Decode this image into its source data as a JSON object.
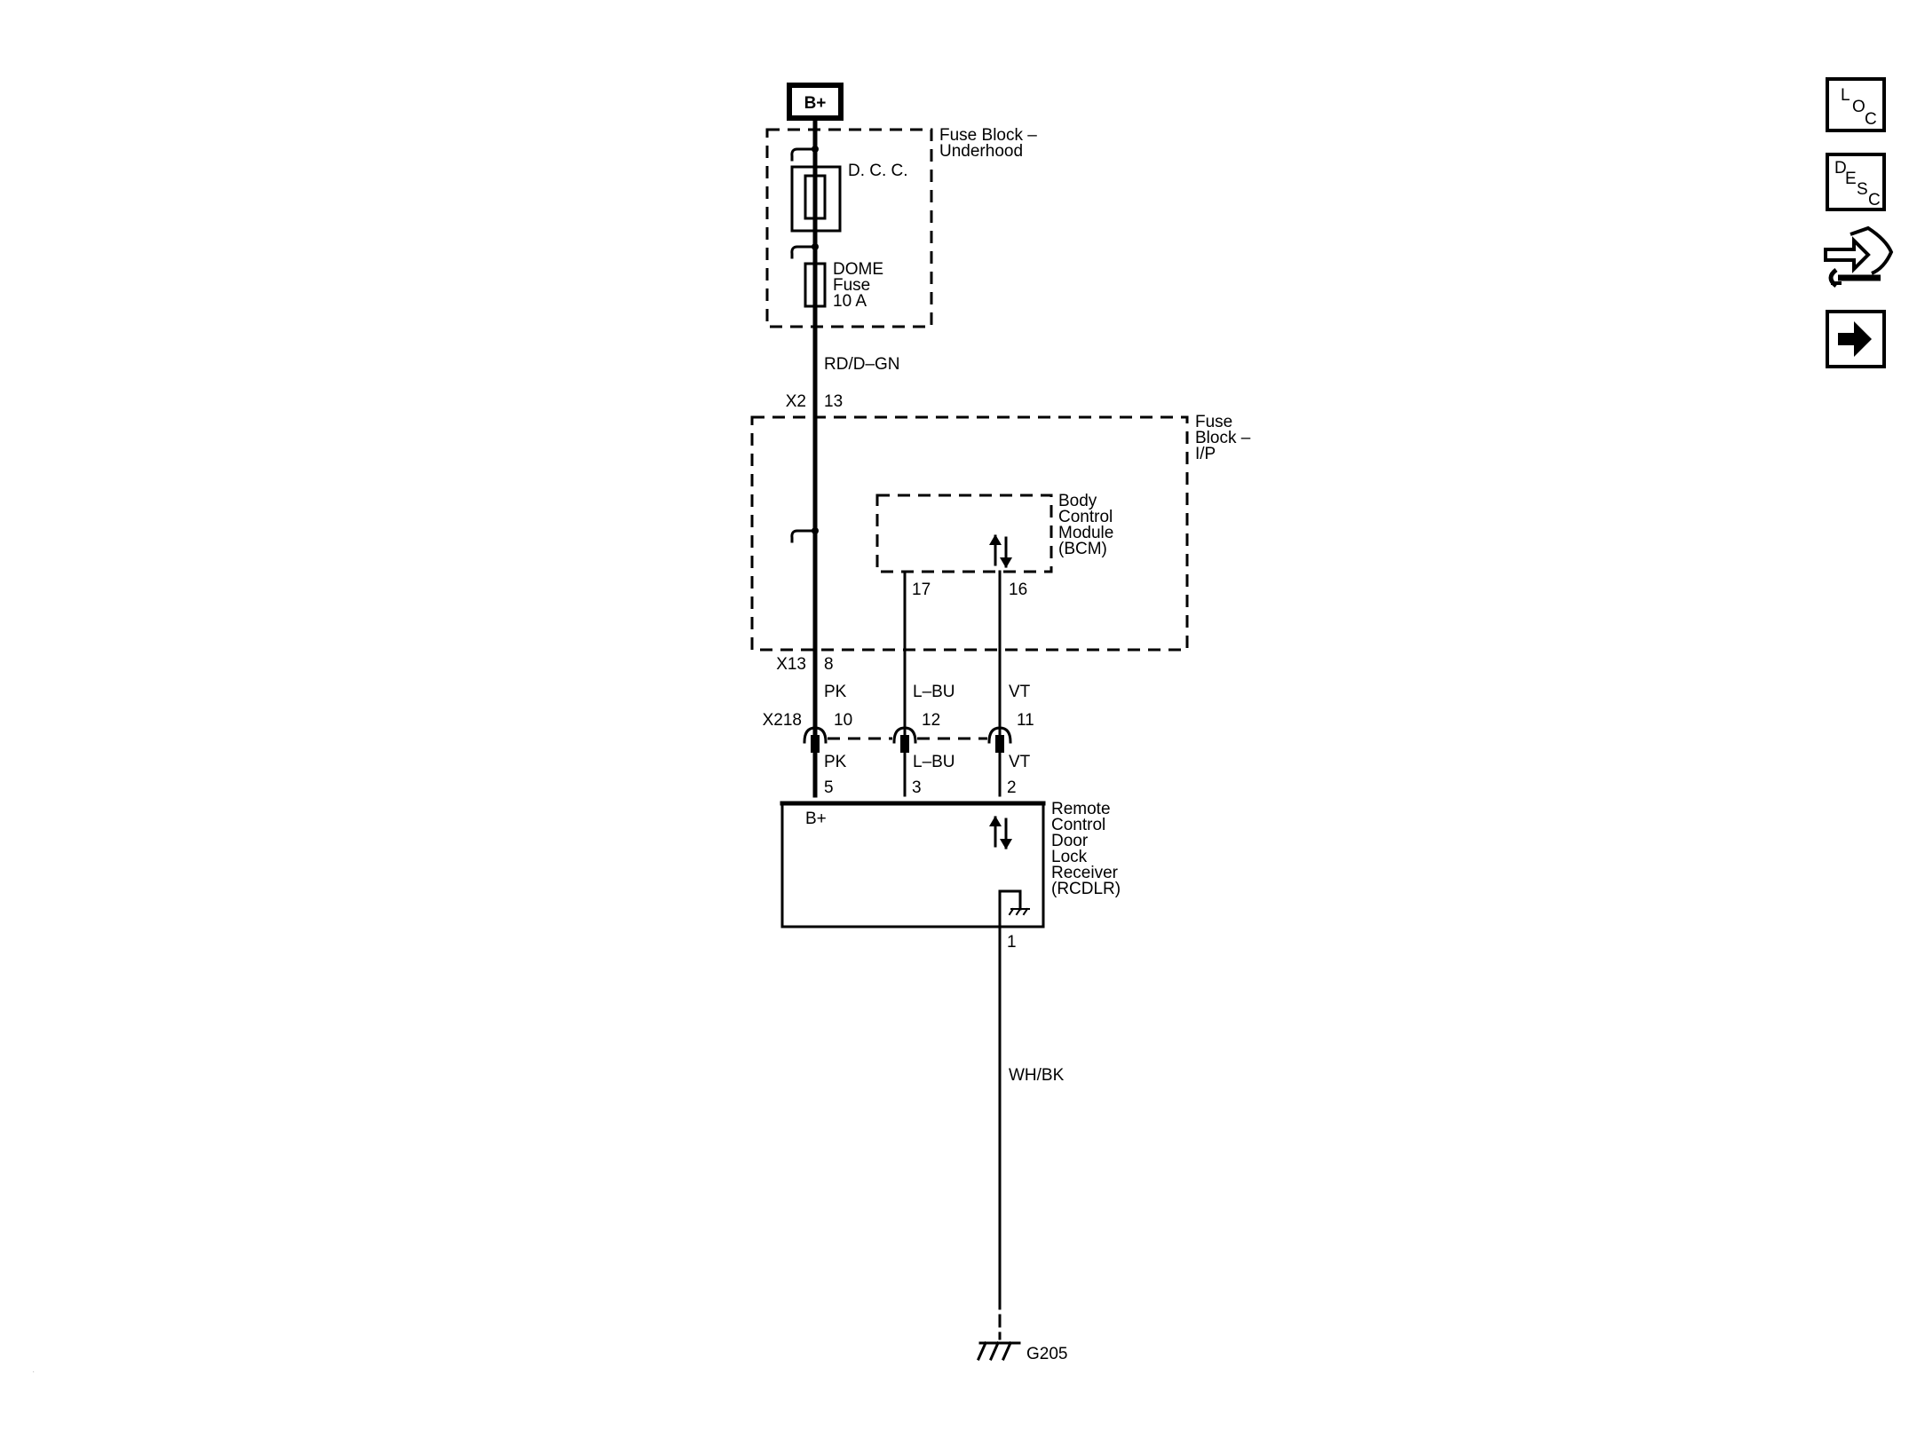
{
  "supply": {
    "label": "B+"
  },
  "fuse_block_underhood": {
    "name_line1": "Fuse Block –",
    "name_line2": "Underhood",
    "dcc_label": "D. C. C.",
    "dome_line1": "DOME",
    "dome_line2": "Fuse",
    "dome_line3": "10 A"
  },
  "wires": {
    "supply_wire": "RD/D–GN",
    "pk_upper": "PK",
    "lbu_upper": "L–BU",
    "vt_upper": "VT",
    "pk_lower": "PK",
    "lbu_lower": "L–BU",
    "vt_lower": "VT",
    "ground_wire": "WH/BK"
  },
  "connectors": {
    "x2": {
      "name": "X2",
      "pin": "13"
    },
    "x13": {
      "name": "X13",
      "pin": "8"
    },
    "x218": {
      "name": "X218",
      "pin_pk": "10",
      "pin_lbu": "12",
      "pin_vt": "11"
    }
  },
  "fuse_block_ip": {
    "name_line1": "Fuse",
    "name_line2": "Block –",
    "name_line3": "I/P"
  },
  "bcm": {
    "name_line1": "Body",
    "name_line2": "Control",
    "name_line3": "Module",
    "name_line4": "(BCM)",
    "pin_lbu": "17",
    "pin_vt": "16"
  },
  "rcdlr": {
    "name_line1": "Remote",
    "name_line2": "Control",
    "name_line3": "Door",
    "name_line4": "Lock",
    "name_line5": "Receiver",
    "name_line6": "(RCDLR)",
    "bplus_label": "B+",
    "pin_pk": "5",
    "pin_lbu": "3",
    "pin_vt": "2",
    "pin_ground": "1"
  },
  "ground": {
    "label": "G205"
  },
  "nav": {
    "loc": {
      "l": "L",
      "o": "O",
      "c": "C"
    },
    "desc": {
      "d": "D",
      "e": "E",
      "s": "S",
      "c": "C"
    },
    "repair_icon": "connector-repair-icon",
    "next_icon": "arrow-right-icon"
  }
}
